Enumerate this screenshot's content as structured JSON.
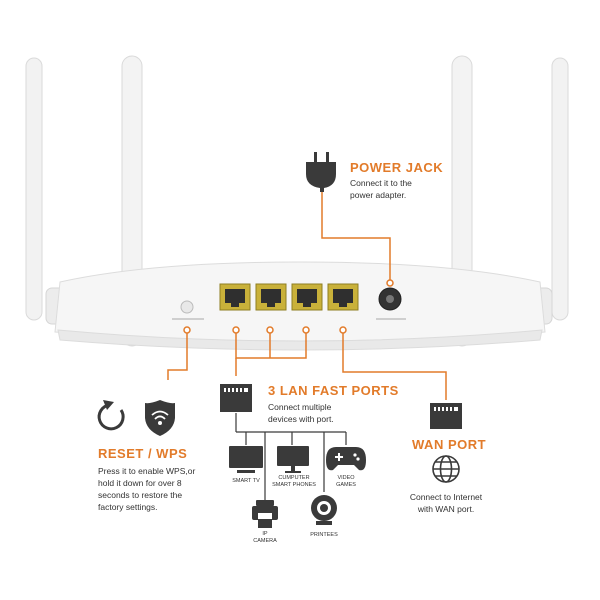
{
  "power_jack": {
    "title": "POWER JACK",
    "desc_line1": "Connect it to the",
    "desc_line2": "power adapter."
  },
  "lan": {
    "title": "3 LAN FAST PORTS",
    "desc_line1": "Connect multiple",
    "desc_line2": "devices with port."
  },
  "wan": {
    "title": "WAN PORT",
    "desc_line1": "Connect to Internet",
    "desc_line2": "with WAN port."
  },
  "reset": {
    "title": "RESET / WPS",
    "desc_line1": "Press it to enable WPS,or",
    "desc_line2": "hold it down for over 8",
    "desc_line3": "seconds to restore the",
    "desc_line4": "factory settings."
  },
  "devices": {
    "smart_tv": "SMART TV",
    "computer_line1": "CUMPUTER",
    "computer_line2": "SMART PHONES",
    "video_line1": "VIDEO",
    "video_line2": "GAMES",
    "ip_line1": "IP",
    "ip_line2": "CAMERA",
    "printer": "PRINTEES"
  },
  "colors": {
    "accent": "#e27b2a",
    "port_yellow": "#c9b13a",
    "icon_dark": "#3a3a3a"
  },
  "icons": [
    "plug-icon",
    "ethernet-icon",
    "wifi-shield-icon",
    "reset-icon",
    "globe-icon",
    "tv-icon",
    "monitor-icon",
    "gamepad-icon",
    "ip-camera-icon",
    "webcam-icon"
  ]
}
